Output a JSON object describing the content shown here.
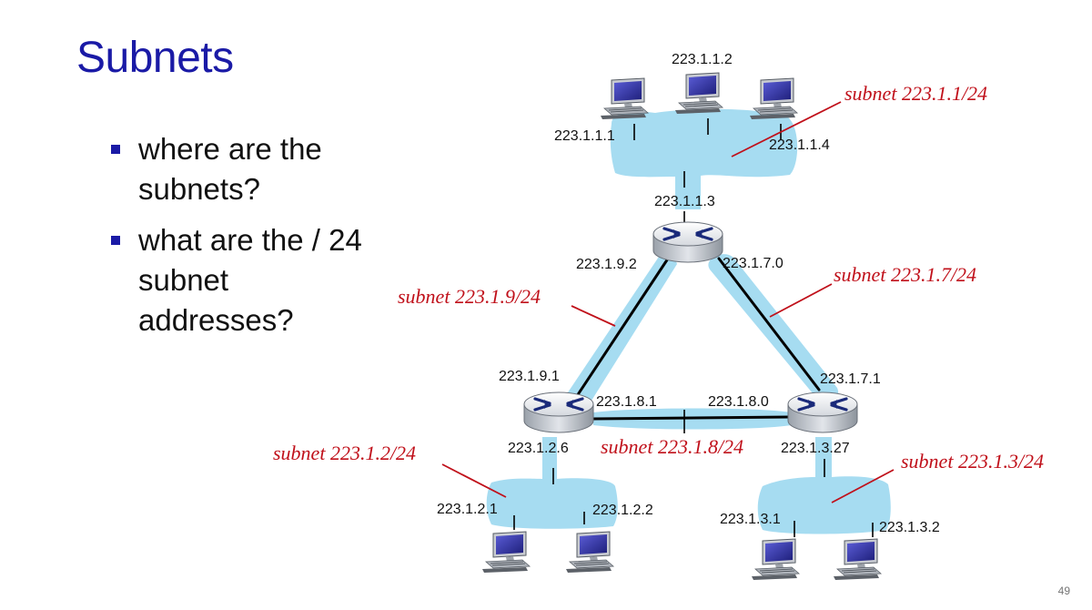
{
  "slide": {
    "title": "Subnets",
    "bullets": [
      "where are the subnets?",
      "what are the / 24 subnet addresses?"
    ],
    "page_number": "49"
  },
  "colors": {
    "title": "#1a1aa6",
    "subnet_label": "#c0101a",
    "subnet_fill": "#a6dcf1",
    "link": "#000000"
  },
  "diagram": {
    "router_icon": "router-icon",
    "host_icon": "desktop-computer-icon",
    "addresses": {
      "a223_1_1_1": "223.1.1.1",
      "a223_1_1_2": "223.1.1.2",
      "a223_1_1_3": "223.1.1.3",
      "a223_1_1_4": "223.1.1.4",
      "a223_1_9_2": "223.1.9.2",
      "a223_1_7_0": "223.1.7.0",
      "a223_1_9_1": "223.1.9.1",
      "a223_1_7_1": "223.1.7.1",
      "a223_1_8_1": "223.1.8.1",
      "a223_1_8_0": "223.1.8.0",
      "a223_1_2_6": "223.1.2.6",
      "a223_1_3_27": "223.1.3.27",
      "a223_1_2_1": "223.1.2.1",
      "a223_1_2_2": "223.1.2.2",
      "a223_1_3_1": "223.1.3.1",
      "a223_1_3_2": "223.1.3.2"
    },
    "subnet_labels": {
      "s1": "subnet 223.1.1/24",
      "s7": "subnet 223.1.7/24",
      "s9": "subnet 223.1.9/24",
      "s8": "subnet 223.1.8/24",
      "s2": "subnet 223.1.2/24",
      "s3": "subnet 223.1.3/24"
    }
  }
}
